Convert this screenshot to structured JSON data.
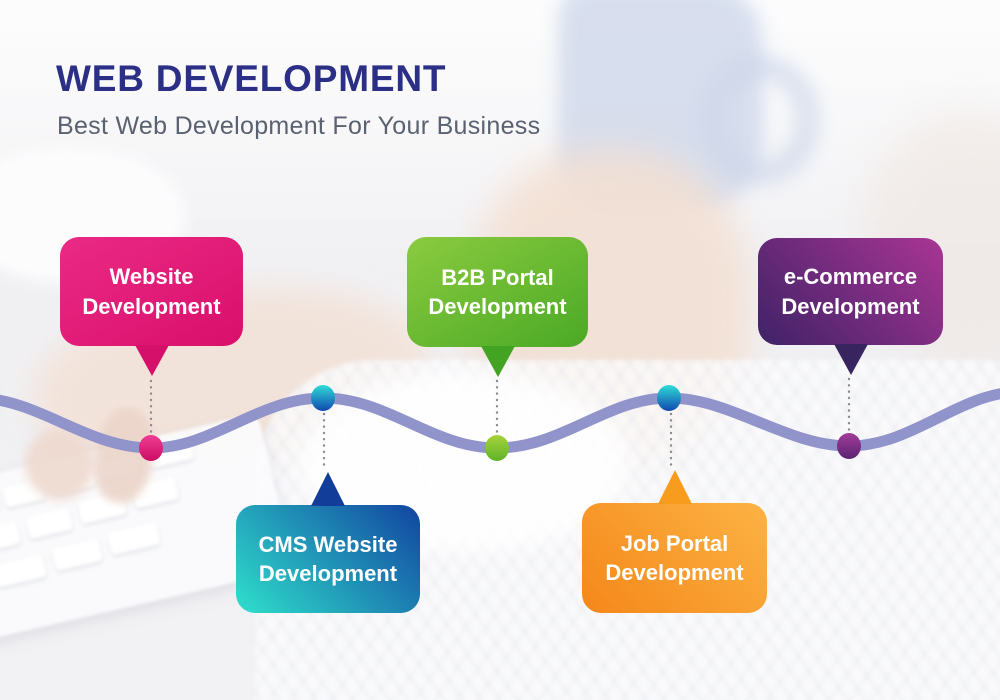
{
  "header": {
    "title": "WEB DEVELOPMENT",
    "subtitle": "Best Web Development For Your Business",
    "title_color": "#2B2F86",
    "subtitle_color": "#5A6170"
  },
  "chart_data": {
    "type": "timeline",
    "title": "WEB DEVELOPMENT",
    "subtitle": "Best Web Development For Your Business",
    "layout": "horizontal wave with alternating callout bubbles",
    "categories": [
      "Website Development",
      "CMS Website Development",
      "B2B Portal Development",
      "Job Portal Development",
      "e-Commerce Development"
    ]
  },
  "timeline": {
    "wave_color": "#9094CB",
    "connector_color": "#8B8B92",
    "items": [
      {
        "label": "Website Development",
        "placement": "above",
        "gradient_dir": "150deg",
        "bubble_from": "#EA2A85",
        "bubble_to": "#D90F6B",
        "pointer_color": "#D5106B",
        "dot_from": "#EF3D92",
        "dot_to": "#CC0D64"
      },
      {
        "label": "CMS Website Development",
        "placement": "below",
        "gradient_dir": "45deg",
        "bubble_from": "#2FE0CB",
        "bubble_to": "#1244A0",
        "pointer_color": "#123E9A",
        "dot_from": "#2EDCD6",
        "dot_to": "#1148B0"
      },
      {
        "label": "B2B Portal Development",
        "placement": "above",
        "gradient_dir": "150deg",
        "bubble_from": "#8BCB40",
        "bubble_to": "#4BA925",
        "pointer_color": "#43A424",
        "dot_from": "#A8D33C",
        "dot_to": "#5FB32A"
      },
      {
        "label": "Job Portal Development",
        "placement": "below",
        "gradient_dir": "225deg",
        "bubble_from": "#FCB344",
        "bubble_to": "#F5871A",
        "pointer_color": "#F89C1E",
        "dot_from": "#2EDCD6",
        "dot_to": "#1148B0"
      },
      {
        "label": "e-Commerce Development",
        "placement": "above",
        "gradient_dir": "225deg",
        "bubble_from": "#A93594",
        "bubble_to": "#3E2267",
        "pointer_color": "#38255F",
        "dot_from": "#A23C98",
        "dot_to": "#5B2373"
      }
    ]
  }
}
